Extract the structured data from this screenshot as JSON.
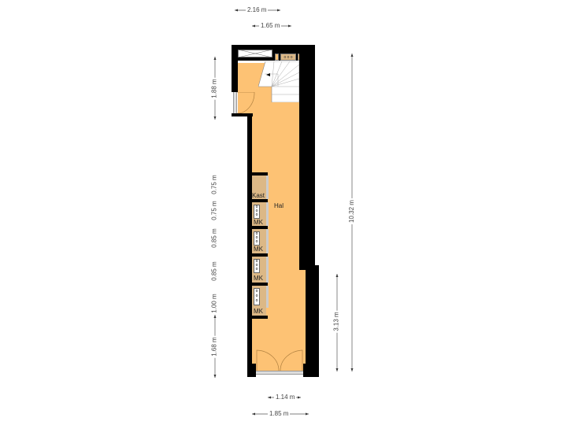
{
  "floorplan": {
    "rooms": [
      {
        "name": "Hal",
        "label": "Hal"
      },
      {
        "name": "Kast",
        "label": "Kast"
      },
      {
        "name": "MK1",
        "label": "MK"
      },
      {
        "name": "MK2",
        "label": "MK"
      },
      {
        "name": "MK3",
        "label": "MK"
      },
      {
        "name": "MK4",
        "label": "MK"
      }
    ],
    "dimensions": {
      "top_outer": "2.16 m",
      "top_inner": "1.65 m",
      "bottom_inner": "1.14 m",
      "bottom_outer": "1.85 m",
      "right_total": "10.32 m",
      "right_lower": "3.13 m",
      "left": [
        "1.88 m",
        "0.75 m",
        "0.75 m",
        "0.85 m",
        "0.85 m",
        "1.00 m",
        "1.68 m"
      ]
    },
    "colors": {
      "wall": "#000000",
      "floor": "#fdc274",
      "closet": "#dcb886",
      "stairs": "#ffffff"
    }
  }
}
